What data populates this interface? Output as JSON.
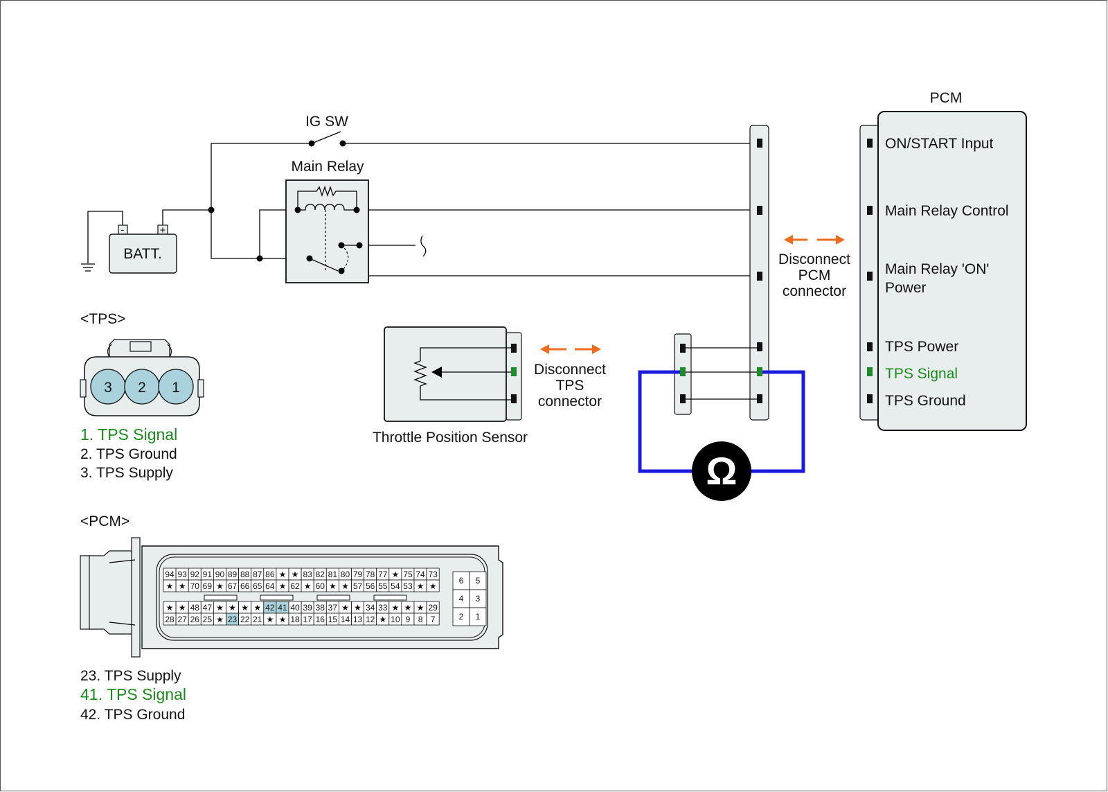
{
  "colors": {
    "component_fill": "#e8eeee",
    "pin_black": "#111111",
    "pin_green": "#1f8a2a",
    "signal_text": "#1a8a1a",
    "arrow_orange": "#f26a1b",
    "meter_wire_blue": "#1a1adc",
    "highlight_pin": "#a9d2dc"
  },
  "labels": {
    "ig_sw": "IG SW",
    "main_relay": "Main Relay",
    "batt": "BATT.",
    "batt_minus": "-",
    "batt_plus": "+",
    "pcm_title": "PCM",
    "tps_sensor": "Throttle Position Sensor",
    "disconnect_pcm": [
      "Disconnect",
      "PCM",
      "connector"
    ],
    "disconnect_tps": [
      "Disconnect",
      "TPS",
      "connector"
    ],
    "ohm_symbol": "Ω"
  },
  "pcm_pins": [
    {
      "label_lines": [
        "ON/START Input"
      ],
      "signal": false
    },
    {
      "label_lines": [
        "Main Relay Control"
      ],
      "signal": false
    },
    {
      "label_lines": [
        "Main Relay 'ON'",
        "Power"
      ],
      "signal": false
    },
    {
      "label_lines": [
        "TPS Power"
      ],
      "signal": false
    },
    {
      "label_lines": [
        "TPS Signal"
      ],
      "signal": true
    },
    {
      "label_lines": [
        "TPS Ground"
      ],
      "signal": false
    }
  ],
  "tps_connector": {
    "title": "<TPS>",
    "pins": [
      "3",
      "2",
      "1"
    ],
    "legend": [
      {
        "text": "1. TPS Signal",
        "signal": true
      },
      {
        "text": "2. TPS Ground",
        "signal": false
      },
      {
        "text": "3. TPS Supply",
        "signal": false
      }
    ]
  },
  "pcm_connector": {
    "title": "<PCM>",
    "rows": [
      [
        "94",
        "93",
        "92",
        "91",
        "90",
        "89",
        "88",
        "87",
        "86",
        "★",
        "★",
        "83",
        "82",
        "81",
        "80",
        "79",
        "78",
        "77",
        "★",
        "75",
        "74",
        "73"
      ],
      [
        "★",
        "★",
        "70",
        "69",
        "★",
        "67",
        "66",
        "65",
        "64",
        "★",
        "62",
        "★",
        "60",
        "★",
        "★",
        "57",
        "56",
        "55",
        "54",
        "53",
        "★",
        "★"
      ],
      [
        "★",
        "★",
        "48",
        "47",
        "★",
        "★",
        "★",
        "★",
        "42",
        "41",
        "40",
        "39",
        "38",
        "37",
        "★",
        "★",
        "34",
        "33",
        "★",
        "★",
        "★",
        "29"
      ],
      [
        "28",
        "27",
        "26",
        "25",
        "★",
        "23",
        "22",
        "21",
        "★",
        "★",
        "18",
        "17",
        "16",
        "15",
        "14",
        "13",
        "12",
        "★",
        "10",
        "9",
        "8",
        "7"
      ]
    ],
    "highlighted": [
      "42",
      "41",
      "23"
    ],
    "small_block": [
      [
        "6",
        "5"
      ],
      [
        "4",
        "3"
      ],
      [
        "2",
        "1"
      ]
    ],
    "legend": [
      {
        "text": "23. TPS Supply",
        "signal": false
      },
      {
        "text": "41. TPS Signal",
        "signal": true
      },
      {
        "text": "42. TPS Ground",
        "signal": false
      }
    ]
  }
}
